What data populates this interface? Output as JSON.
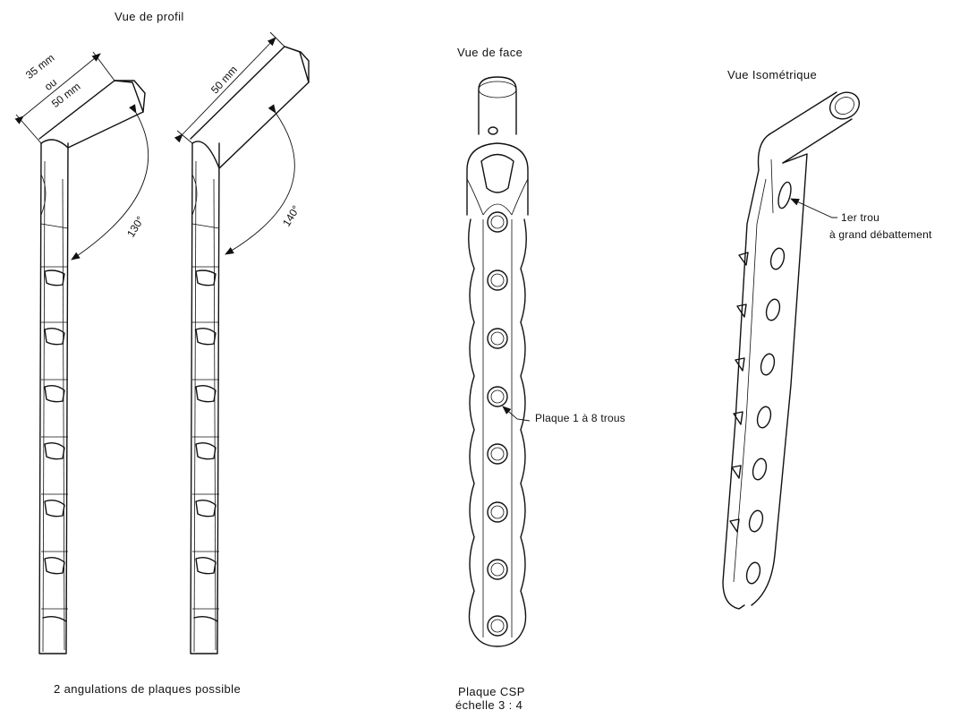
{
  "views": {
    "profile_title": "Vue de profil",
    "front_title": "Vue de face",
    "iso_title": "Vue Isométrique"
  },
  "dimensions": {
    "left_length": "35 mm",
    "left_or": "ou",
    "left_length_alt": "50 mm",
    "right_length": "50 mm",
    "angle_1": "130°",
    "angle_2": "140°"
  },
  "annotations": {
    "plate_holes": "Plaque 1 à 8 trous",
    "first_hole_line1": "1er trou",
    "first_hole_line2": "à grand débattement"
  },
  "captions": {
    "angulations": "2 angulations de plaques possible",
    "plate_name": "Plaque CSP",
    "scale": "échelle 3 : 4"
  }
}
